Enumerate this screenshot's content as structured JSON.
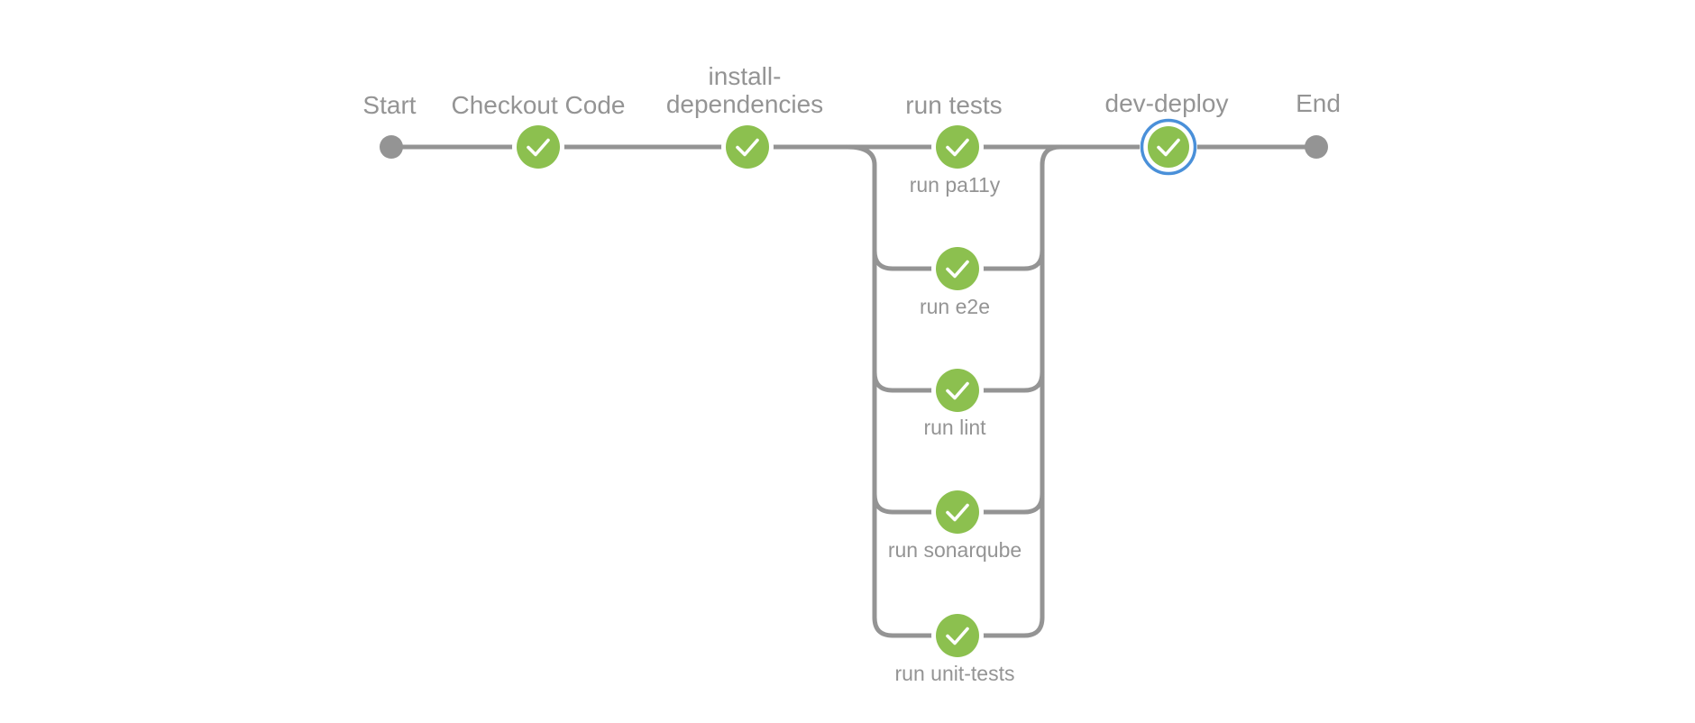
{
  "pipeline": {
    "start_label": "Start",
    "end_label": "End",
    "stages": [
      {
        "id": "checkout-code",
        "label": [
          "Checkout Code"
        ],
        "status": "success",
        "selected": false
      },
      {
        "id": "install-dependencies",
        "label": [
          "install-",
          "dependencies"
        ],
        "status": "success",
        "selected": false
      },
      {
        "id": "run-tests",
        "label": [
          "run tests"
        ],
        "parallel_branches": [
          {
            "label": "run pa11y",
            "status": "success"
          },
          {
            "label": "run e2e",
            "status": "success"
          },
          {
            "label": "run lint",
            "status": "success"
          },
          {
            "label": "run sonarqube",
            "status": "success"
          },
          {
            "label": "run unit-tests",
            "status": "success"
          }
        ]
      },
      {
        "id": "dev-deploy",
        "label": [
          "dev-deploy"
        ],
        "status": "success",
        "selected": true
      }
    ]
  },
  "colors": {
    "success": "#8cc04f",
    "connector": "#949494",
    "label": "#949494",
    "selected_ring": "#4a90d9",
    "check": "#ffffff"
  },
  "icons": {
    "status_success": "check-icon",
    "terminal": "circle-dot"
  }
}
